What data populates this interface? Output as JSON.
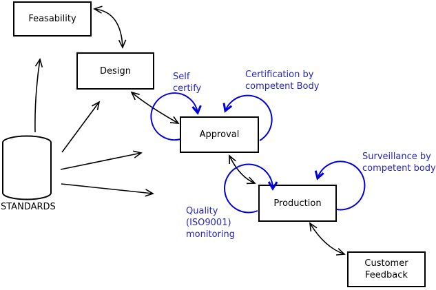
{
  "diagram": {
    "nodes": [
      {
        "id": "feasability",
        "label": "Feasability"
      },
      {
        "id": "design",
        "label": "Design"
      },
      {
        "id": "approval",
        "label": "Approval"
      },
      {
        "id": "production",
        "label": "Production"
      },
      {
        "id": "customer_feedback",
        "label": "Customer\nFeedback"
      }
    ],
    "datastore": {
      "label": "STANDARDS"
    },
    "annotations": [
      {
        "id": "self_certify",
        "label": "Self\ncertify"
      },
      {
        "id": "certification",
        "label": "Certification by\ncompetent Body"
      },
      {
        "id": "surveillance",
        "label": "Surveillance by\ncompetent body"
      },
      {
        "id": "quality",
        "label": "Quality\n(ISO9001)\nmonitoring"
      }
    ],
    "colors": {
      "line": "#000000",
      "loop": "#0000dd",
      "annotation_text": "#2626bb",
      "node_border": "#000000",
      "background": "#ffffff"
    }
  }
}
